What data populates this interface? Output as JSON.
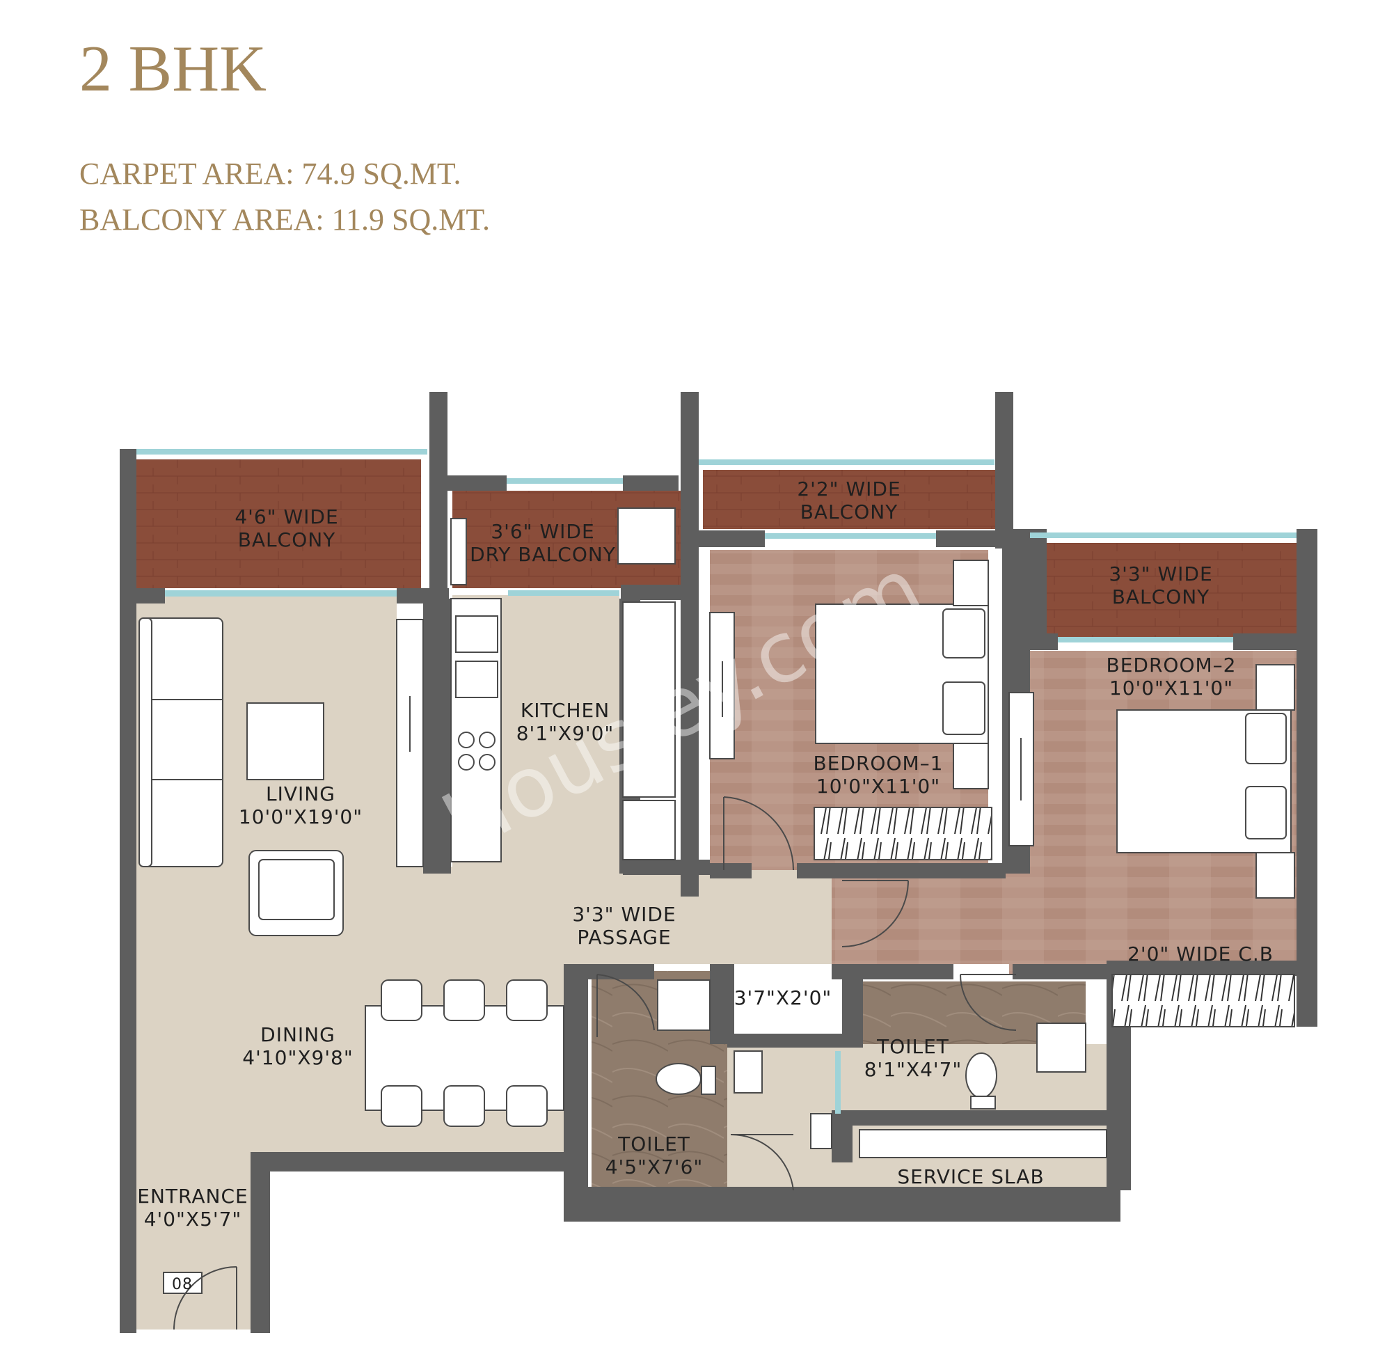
{
  "header": {
    "title": "2 BHK",
    "carpet_area": "CARPET AREA: 74.9 SQ.MT.",
    "balcony_area": "BALCONY AREA: 11.9 SQ.MT."
  },
  "colors": {
    "heading": "#a3875c",
    "wall": "#5e5e5e",
    "balcony_floor": "#8a4d3a",
    "living_floor": "#dcd3c4",
    "bedroom_floor": "#b99586",
    "toilet_floor": "#8f7c6c",
    "glass": "#9fd3d8"
  },
  "rooms": {
    "balcony_living": [
      "4'6\" WIDE",
      "BALCONY"
    ],
    "dry_balcony": [
      "3'6\" WIDE",
      "DRY BALCONY"
    ],
    "balcony_bed1": [
      "2'2\" WIDE",
      "BALCONY"
    ],
    "balcony_bed2": [
      "3'3\" WIDE",
      "BALCONY"
    ],
    "kitchen": [
      "KITCHEN",
      "8'1\"X9'0\""
    ],
    "living": [
      "LIVING",
      "10'0\"X19'0\""
    ],
    "bedroom1": [
      "BEDROOM–1",
      "10'0\"X11'0\""
    ],
    "bedroom2": [
      "BEDROOM–2",
      "10'0\"X11'0\""
    ],
    "passage": [
      "3'3\" WIDE",
      "PASSAGE"
    ],
    "cb": "2'0\" WIDE C.B",
    "dining": [
      "DINING",
      "4'10\"X9'8\""
    ],
    "duct": "3'7\"X2'0\"",
    "toilet2": [
      "TOILET",
      "8'1\"X4'7\""
    ],
    "toilet1": [
      "TOILET",
      "4'5\"X7'6\""
    ],
    "service_slab": "SERVICE SLAB",
    "entrance": [
      "ENTRANCE",
      "4'0\"X5'7\""
    ],
    "flat_number": "08"
  },
  "watermark": "Housiey.com"
}
